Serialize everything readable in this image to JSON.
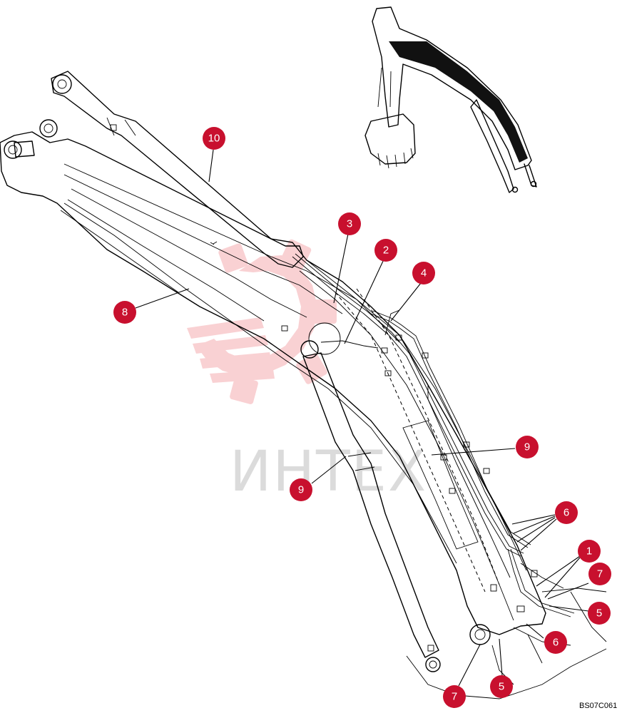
{
  "watermark": {
    "text": "ИНТЕХ",
    "color": "#e8323c"
  },
  "drawing_code": "BS07C061",
  "callout_color": "#c8102e",
  "callouts": [
    "10",
    "3",
    "2",
    "4",
    "8",
    "9",
    "9",
    "6",
    "1",
    "7",
    "5",
    "6",
    "7",
    "5"
  ]
}
